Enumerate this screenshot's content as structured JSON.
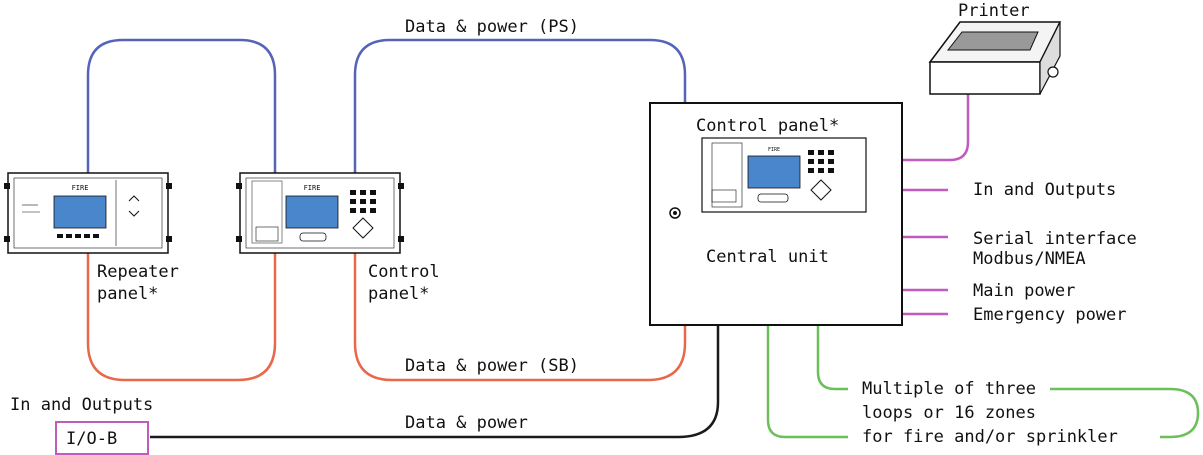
{
  "labels": {
    "data_power_ps": "Data & power (PS)",
    "data_power_sb": "Data & power (SB)",
    "data_power": "Data & power",
    "printer": "Printer",
    "control_panel_main": "Control panel*",
    "central_unit": "Central unit",
    "repeater_line1": "Repeater",
    "repeater_line2": "panel*",
    "control_line1": "Control",
    "control_line2": "panel*",
    "in_outputs_right": "In and Outputs",
    "serial_line1": "Serial interface",
    "serial_line2": "Modbus/NMEA",
    "main_power": "Main power",
    "emergency_power": "Emergency power",
    "in_outputs_left": "In and Outputs",
    "io_box": "I/O-B",
    "loops_line1": "Multiple of three",
    "loops_line2": "loops or 16 zones",
    "loops_line3": "for fire and/or sprinkler",
    "panel_fire": "FIRE"
  },
  "colors": {
    "ps_line": "#5563b8",
    "sb_line": "#e8684a",
    "output_line": "#c05cc0",
    "loop_line": "#6cc05a",
    "black_line": "#1a1a1a",
    "panel_screen": "#4a86cc"
  }
}
